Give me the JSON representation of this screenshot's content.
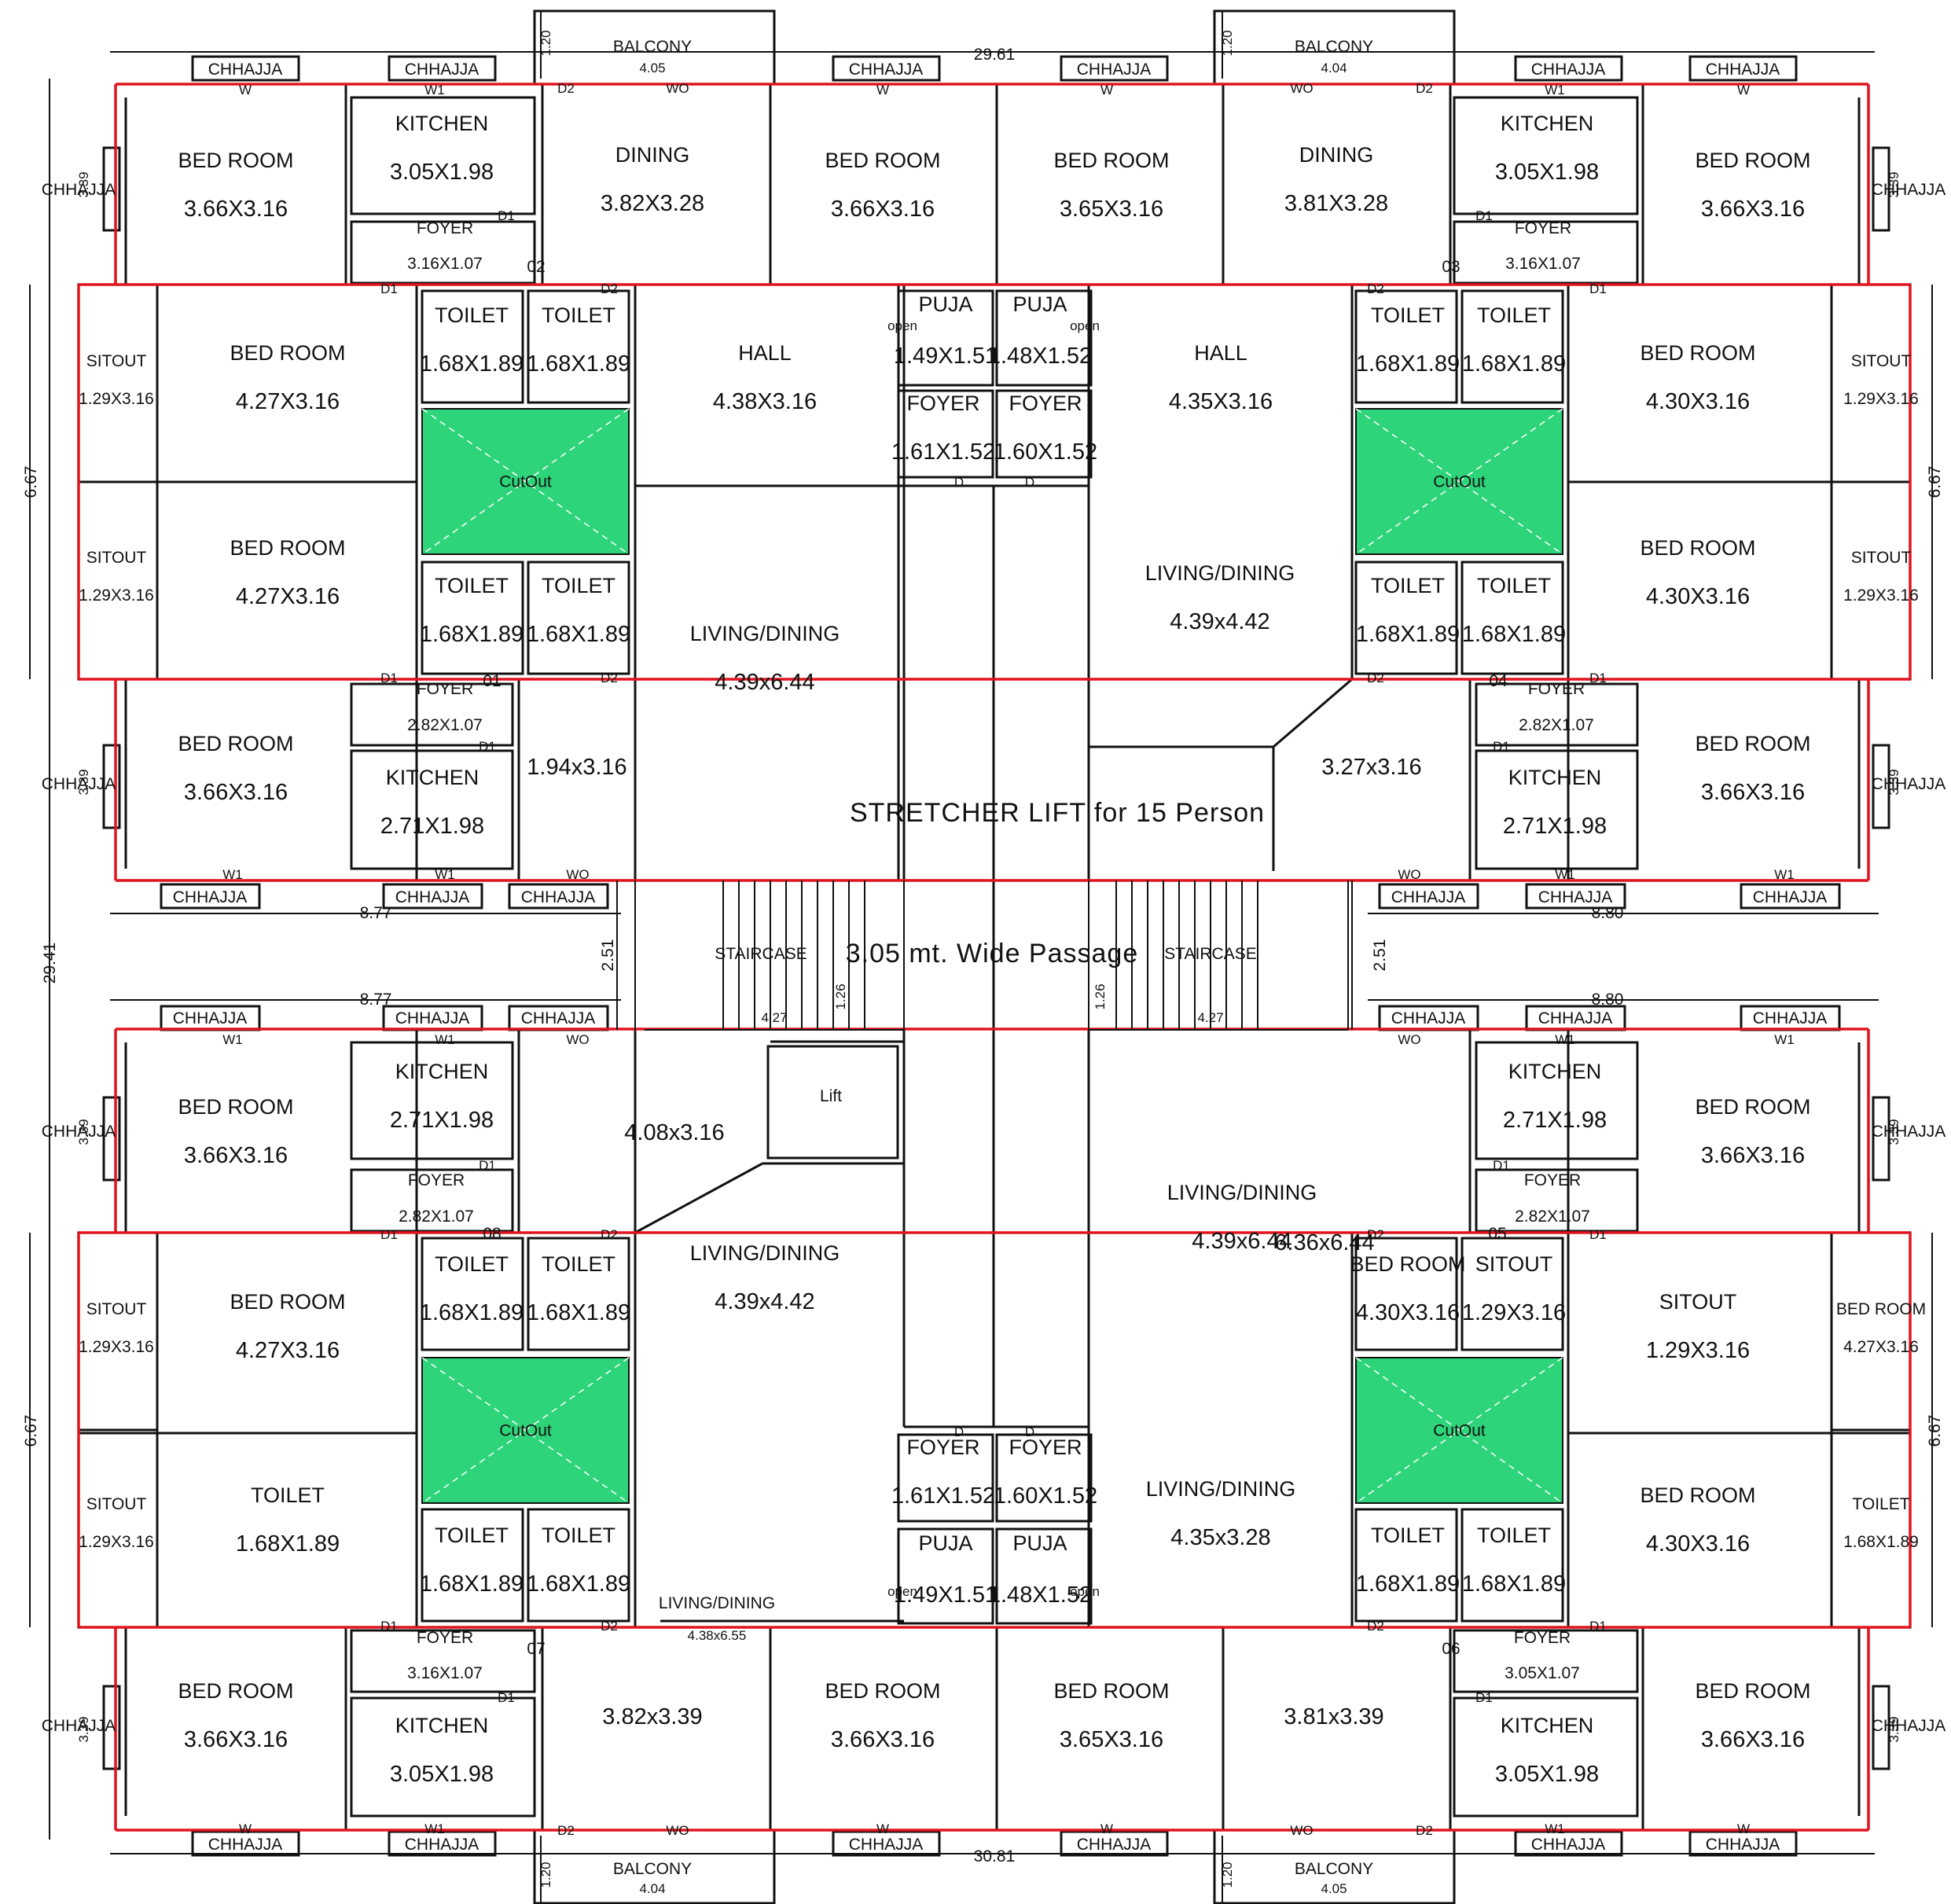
{
  "plan": {
    "overall_width": "29.61",
    "overall_width_bottom": "30.81",
    "overall_height": "29.41",
    "wing_width_left": "8.77",
    "wing_width_right": "8.80",
    "block_depth": "6.67",
    "passage_width": "2.51",
    "balcony_depth": "1.20",
    "edge_dim": "3.39",
    "stair_run": "4.27",
    "stair_landing": "1.26",
    "stretcher_lift_note": "STRETCHER  LIFT  for  15  Person",
    "passage_note": "3.05  mt.  Wide  Passage",
    "cutout_label": "CutOut"
  },
  "rooms": [
    {
      "name": "BED  ROOM",
      "size": "3.66X3.16"
    },
    {
      "name": "KITCHEN",
      "size": "3.05X1.98"
    },
    {
      "name": "FOYER",
      "size": "3.16X1.07"
    },
    {
      "name": "DINING",
      "size": "3.82X3.28"
    },
    {
      "name": "BED  ROOM",
      "size": "3.66X3.16"
    },
    {
      "name": "BED  ROOM",
      "size": "3.65X3.16"
    },
    {
      "name": "DINING",
      "size": "3.81X3.28"
    },
    {
      "name": "KITCHEN",
      "size": "3.05X1.98"
    },
    {
      "name": "FOYER",
      "size": "3.16X1.07"
    },
    {
      "name": "BED  ROOM",
      "size": "3.66X3.16"
    },
    {
      "name": "SITOUT",
      "size": "1.29X3.16"
    },
    {
      "name": "BED  ROOM",
      "size": "4.27X3.16"
    },
    {
      "name": "TOILET",
      "size": "1.68X1.89"
    },
    {
      "name": "TOILET",
      "size": "1.68X1.89"
    },
    {
      "name": "HALL",
      "size": "4.38X3.16"
    },
    {
      "name": "PUJA",
      "size": "1.49X1.51"
    },
    {
      "name": "PUJA",
      "size": "1.48X1.52"
    },
    {
      "name": "HALL",
      "size": "4.35X3.16"
    },
    {
      "name": "TOILET",
      "size": "1.68X1.89"
    },
    {
      "name": "TOILET",
      "size": "1.68X1.89"
    },
    {
      "name": "BED  ROOM",
      "size": "4.30X3.16"
    },
    {
      "name": "SITOUT",
      "size": "1.29X3.16"
    },
    {
      "name": "FOYER",
      "size": "1.61X1.52"
    },
    {
      "name": "FOYER",
      "size": "1.60X1.52"
    },
    {
      "name": "SITOUT",
      "size": "1.29X3.16"
    },
    {
      "name": "BED  ROOM",
      "size": "4.27X3.16"
    },
    {
      "name": "TOILET",
      "size": "1.68X1.89"
    },
    {
      "name": "TOILET",
      "size": "1.68X1.89"
    },
    {
      "name": "LIVING/DINING",
      "size": "4.39x6.44"
    },
    {
      "name": "LIVING/DINING",
      "size": "4.39x4.42"
    },
    {
      "name": "TOILET",
      "size": "1.68X1.89"
    },
    {
      "name": "TOILET",
      "size": "1.68X1.89"
    },
    {
      "name": "BED  ROOM",
      "size": "4.30X3.16"
    },
    {
      "name": "SITOUT",
      "size": "1.29X3.16"
    },
    {
      "name": "BED  ROOM",
      "size": "3.66X3.16"
    },
    {
      "name": "FOYER",
      "size": "2.82X1.07"
    },
    {
      "name": "KITCHEN",
      "size": "2.71X1.98"
    },
    {
      "name": "",
      "size": "1.94x3.16"
    },
    {
      "name": "",
      "size": "3.27x3.16"
    },
    {
      "name": "FOYER",
      "size": "2.82X1.07"
    },
    {
      "name": "KITCHEN",
      "size": "2.71X1.98"
    },
    {
      "name": "BED  ROOM",
      "size": "3.66X3.16"
    },
    {
      "name": "BED  ROOM",
      "size": "3.66X3.16"
    },
    {
      "name": "KITCHEN",
      "size": "2.71X1.98"
    },
    {
      "name": "FOYER",
      "size": "2.82X1.07"
    },
    {
      "name": "",
      "size": "4.08x3.16"
    },
    {
      "name": "Lift",
      "size": ""
    },
    {
      "name": "LIVING/DINING",
      "size": "4.39x4.42"
    },
    {
      "name": "LIVING/DINING",
      "size": "4.39x6.44"
    },
    {
      "name": "",
      "size": "6.36x6.44"
    },
    {
      "name": "KITCHEN",
      "size": "2.71X1.98"
    },
    {
      "name": "FOYER",
      "size": "2.82X1.07"
    },
    {
      "name": "BED  ROOM",
      "size": "3.66X3.16"
    },
    {
      "name": "SITOUT",
      "size": "1.29X3.16"
    },
    {
      "name": "BED  ROOM",
      "size": "4.27X3.16"
    },
    {
      "name": "TOILET",
      "size": "1.68X1.89"
    },
    {
      "name": "TOILET",
      "size": "1.68X1.89"
    },
    {
      "name": "TOILET",
      "size": "1.68X1.89"
    },
    {
      "name": "TOILET",
      "size": "1.68X1.89"
    },
    {
      "name": "BED  ROOM",
      "size": "4.30X3.16"
    },
    {
      "name": "SITOUT",
      "size": "1.29X3.16"
    },
    {
      "name": "SITOUT",
      "size": "1.29X3.16"
    },
    {
      "name": "BED  ROOM",
      "size": "4.27X3.16"
    },
    {
      "name": "TOILET",
      "size": "1.68X1.89"
    },
    {
      "name": "TOILET",
      "size": "1.68X1.89"
    },
    {
      "name": "FOYER",
      "size": "1.61X1.52"
    },
    {
      "name": "FOYER",
      "size": "1.60X1.52"
    },
    {
      "name": "PUJA",
      "size": "1.49X1.51"
    },
    {
      "name": "PUJA",
      "size": "1.48X1.52"
    },
    {
      "name": "LIVING/DINING",
      "size": "4.38x6.55"
    },
    {
      "name": "LIVING/DINING",
      "size": "4.35x3.28"
    },
    {
      "name": "TOILET",
      "size": "1.68X1.89"
    },
    {
      "name": "TOILET",
      "size": "1.68X1.89"
    },
    {
      "name": "BED  ROOM",
      "size": "4.30X3.16"
    },
    {
      "name": "SITOUT",
      "size": "1.29X3.16"
    },
    {
      "name": "BED  ROOM",
      "size": "3.66X3.16"
    },
    {
      "name": "FOYER",
      "size": "3.16X1.07"
    },
    {
      "name": "KITCHEN",
      "size": "3.05X1.98"
    },
    {
      "name": "",
      "size": "3.82x3.39"
    },
    {
      "name": "BED  ROOM",
      "size": "3.66X3.16"
    },
    {
      "name": "BED  ROOM",
      "size": "3.65X3.16"
    },
    {
      "name": "",
      "size": "3.81x3.39"
    },
    {
      "name": "FOYER",
      "size": "3.05X1.07"
    },
    {
      "name": "KITCHEN",
      "size": "3.05X1.98"
    },
    {
      "name": "BED  ROOM",
      "size": "3.66X3.16"
    },
    {
      "name": "STAIRCASE",
      "size": ""
    },
    {
      "name": "STAIRCASE",
      "size": ""
    }
  ],
  "labels": [
    "BALCONY",
    "4.05",
    "BALCONY",
    "4.04",
    "BALCONY",
    "4.04",
    "BALCONY",
    "4.05",
    "CHHAJJA",
    "W",
    "W1",
    "WO",
    "D1",
    "D2",
    "D",
    "open",
    "01",
    "02",
    "03",
    "04",
    "05",
    "06",
    "07",
    "08"
  ],
  "colors": {
    "outline_red": "#e0141e",
    "cutout_green": "#2ed47a",
    "wall": "#111111"
  }
}
